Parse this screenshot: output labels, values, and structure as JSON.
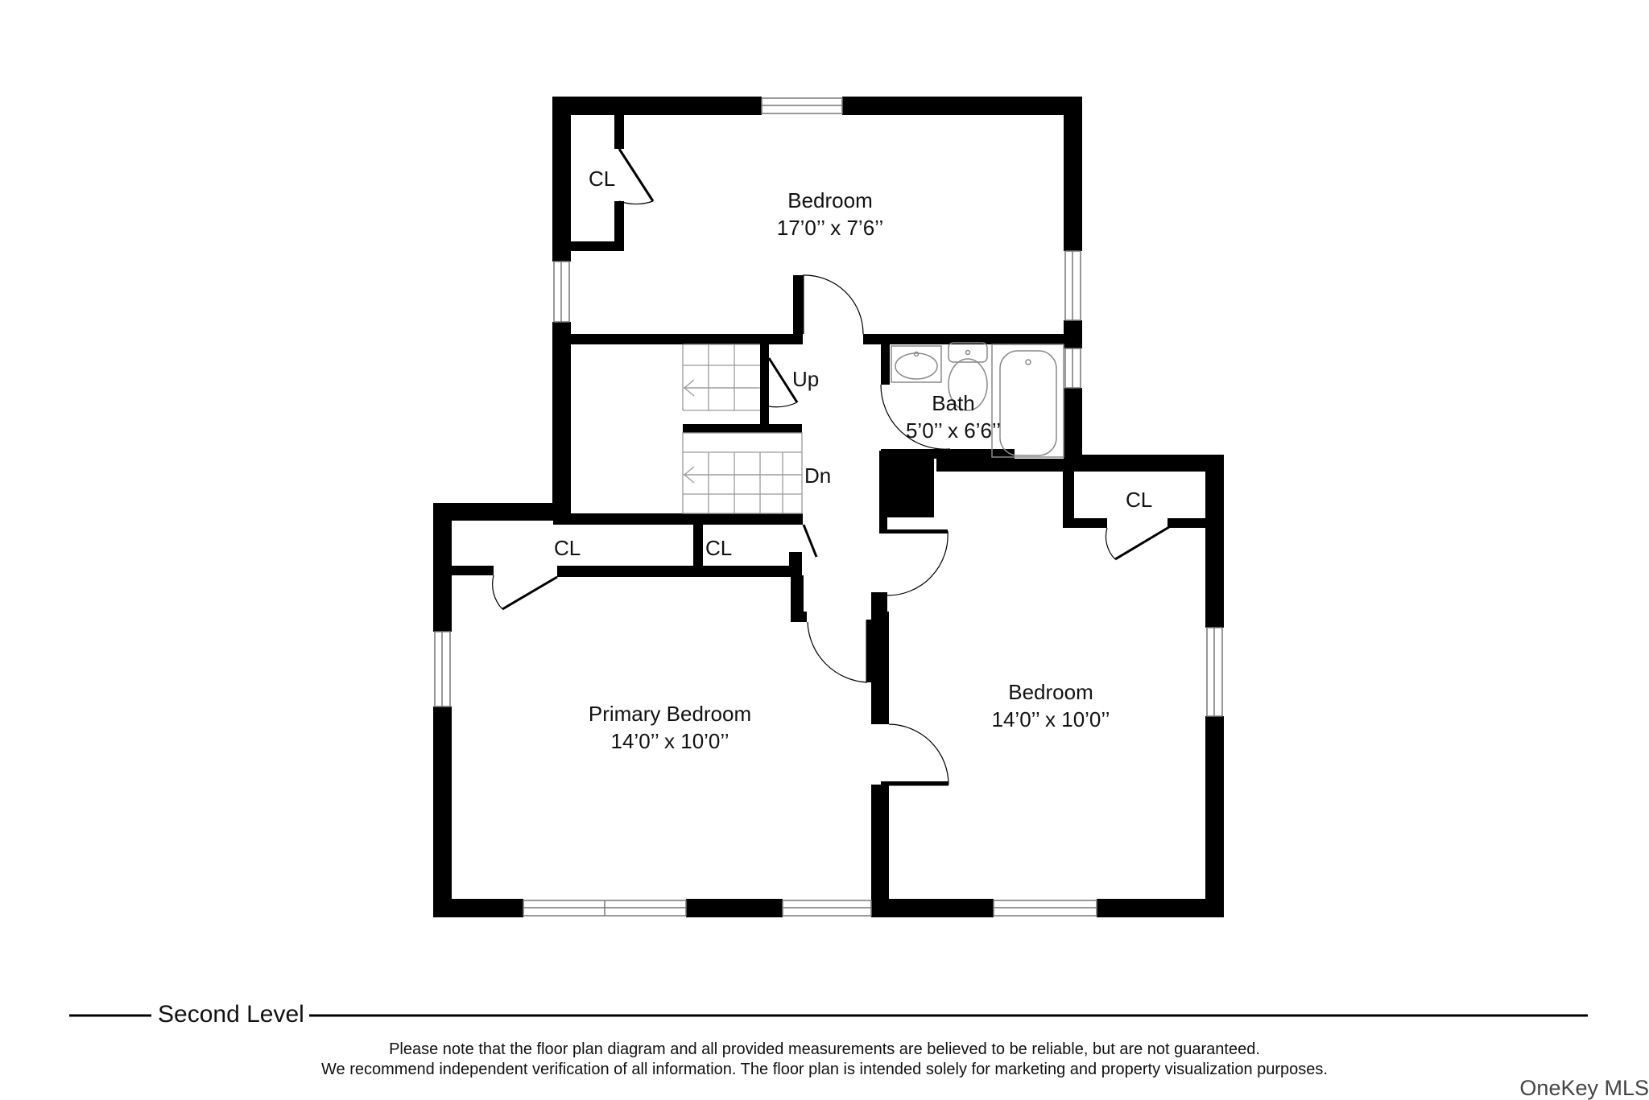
{
  "rooms": {
    "bedroom_top": {
      "name": "Bedroom",
      "size": "17’0’’ x 7’6’’"
    },
    "bath": {
      "name": "Bath",
      "size": "5’0’’ x 6’6’’"
    },
    "primary": {
      "name": "Primary Bedroom",
      "size": "14’0’’ x 10’0’’"
    },
    "bedroom_right": {
      "name": "Bedroom",
      "size": "14’0’’ x 10’0’’"
    }
  },
  "closets": {
    "top_left": "CL",
    "hall_left": "CL",
    "hall_right": "CL",
    "bedroom_right": "CL"
  },
  "stairs": {
    "up": "Up",
    "down": "Dn"
  },
  "footer": {
    "level": "Second Level",
    "note_line1": "Please note that the floor plan diagram and all provided measurements are believed to be reliable, but are not guaranteed.",
    "note_line2": "We recommend independent verification of all information. The floor plan is intended solely for marketing and property visualization purposes.",
    "watermark": "OneKey MLS"
  },
  "colors": {
    "wall": "#000000",
    "background": "#ffffff",
    "fixture_line": "#8a8a8a"
  }
}
